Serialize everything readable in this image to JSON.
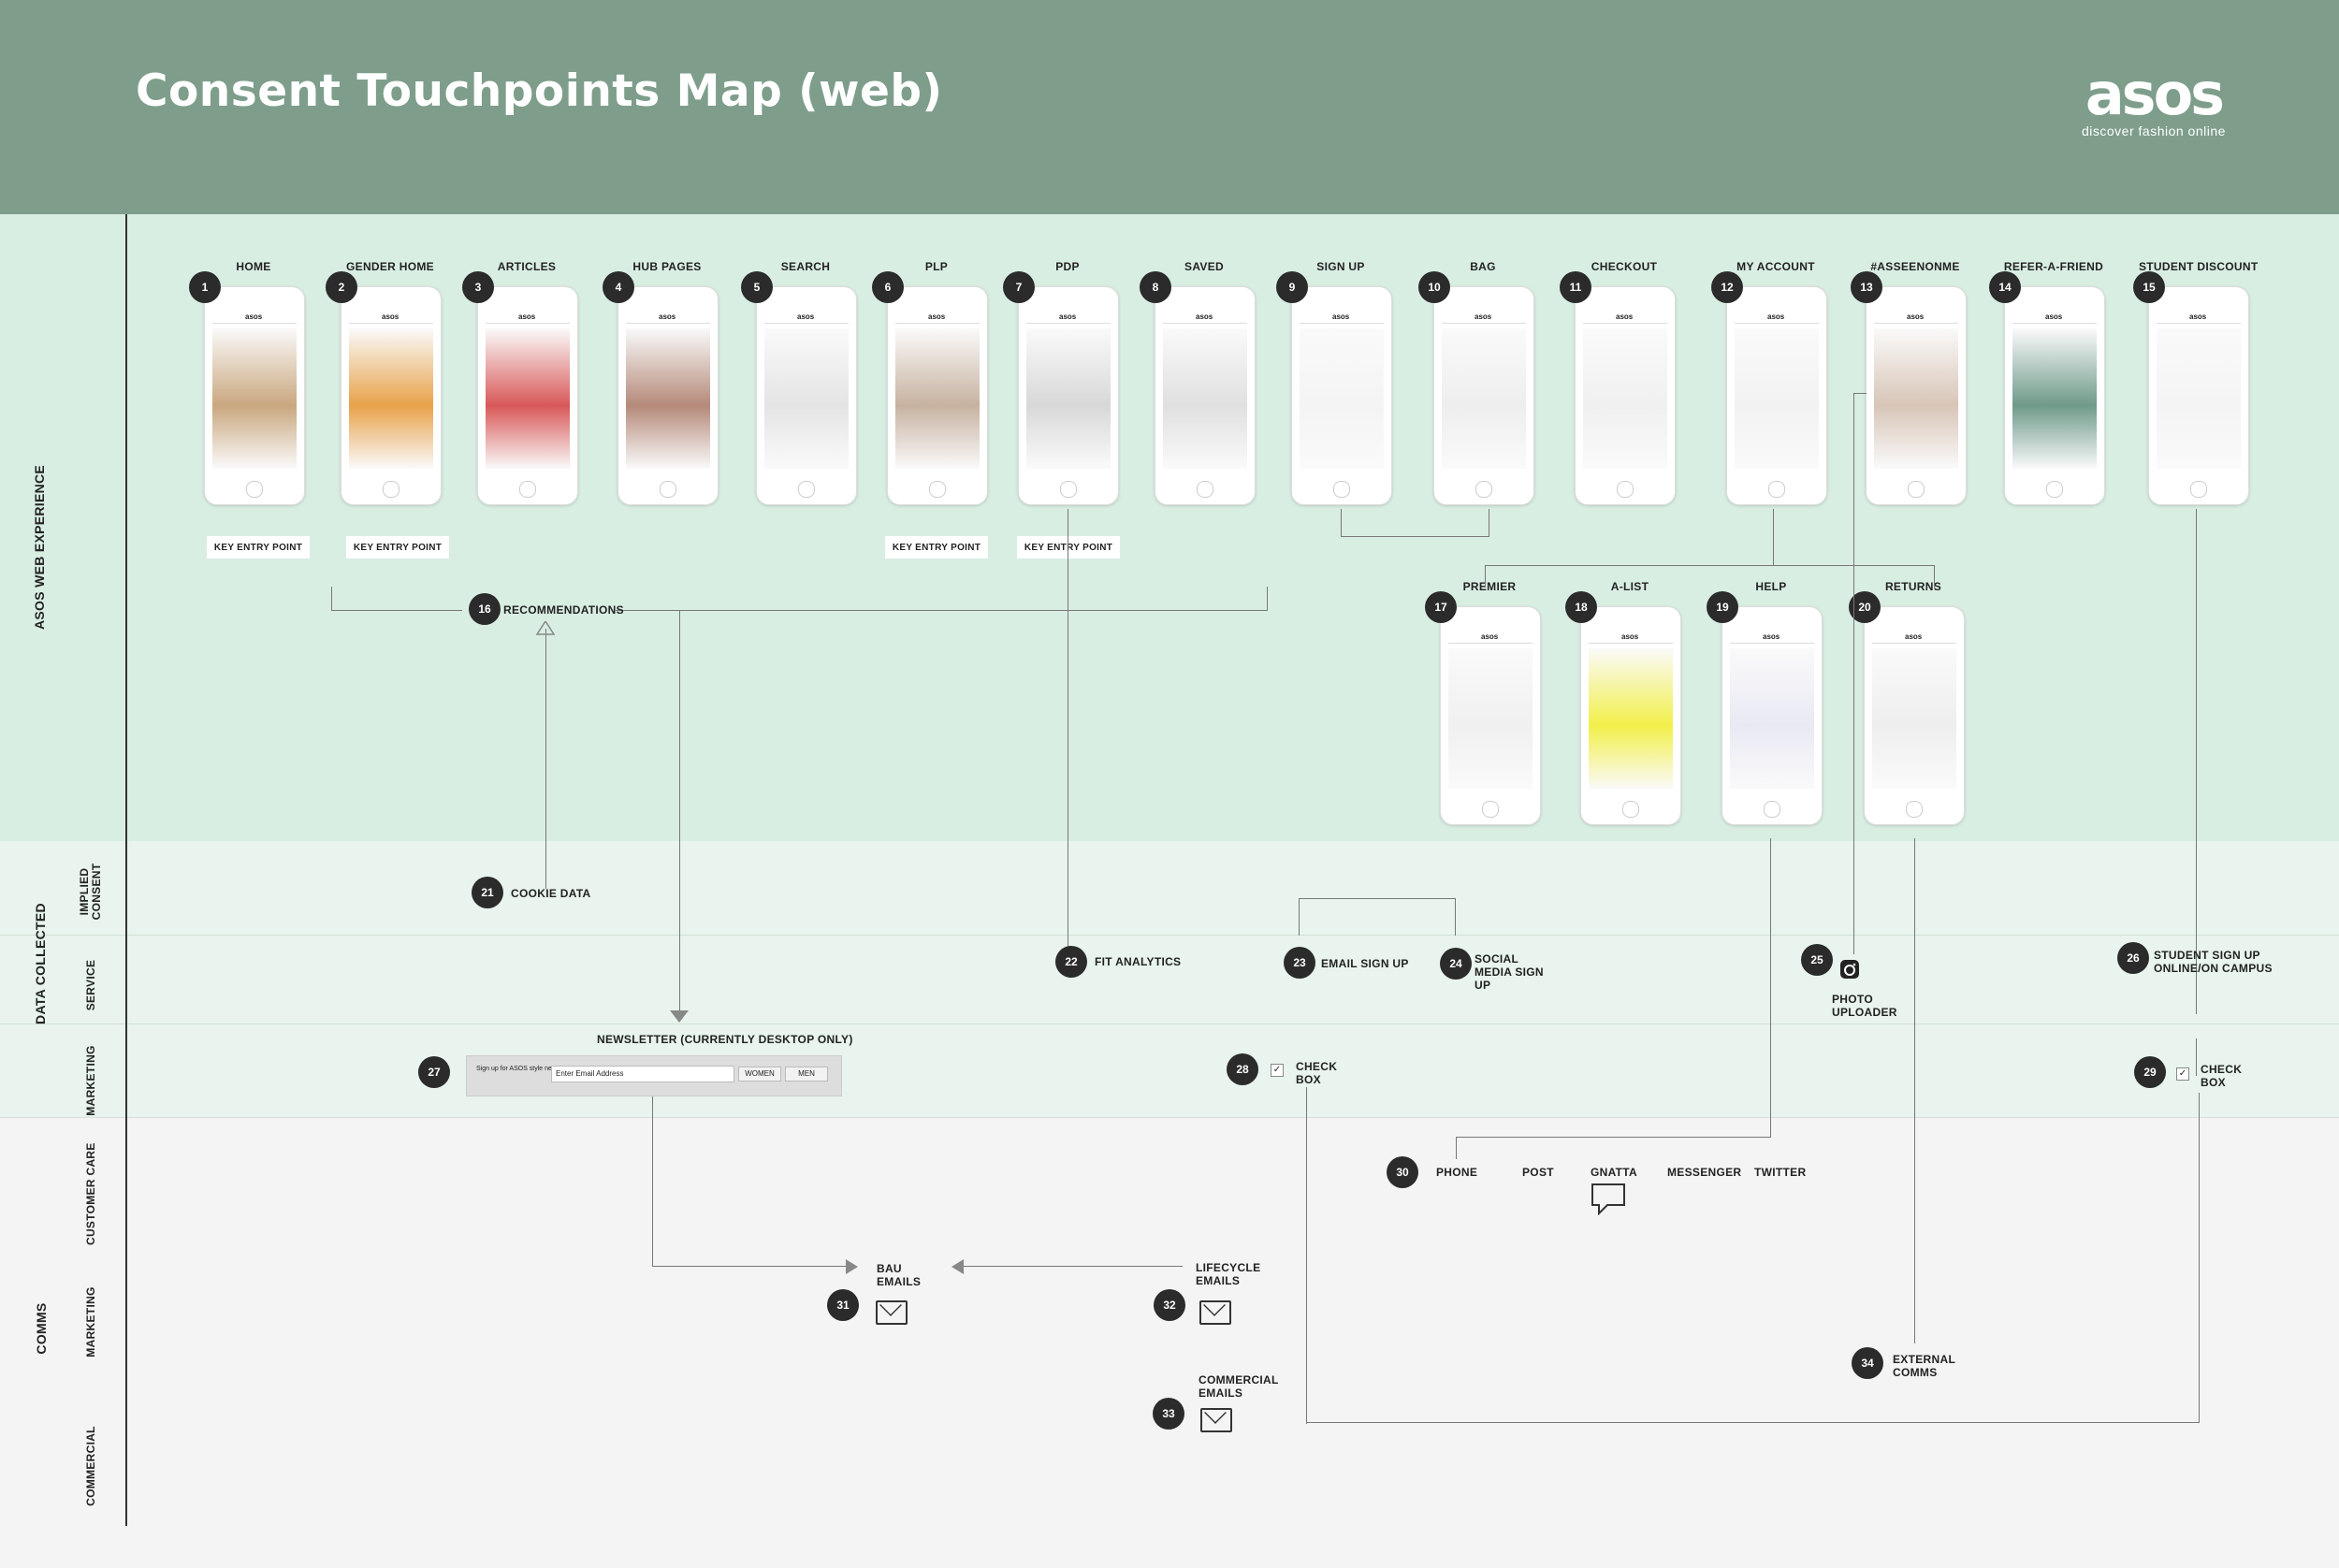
{
  "title": "Consent Touchpoints Map  (web)",
  "logo": {
    "mark": "asos",
    "tagline": "discover fashion online"
  },
  "section_labels": {
    "web": "ASOS WEB EXPERIENCE",
    "data": "DATA COLLECTED",
    "comms": "COMMS",
    "implied": "IMPLIED CONSENT",
    "service": "SERVICE",
    "marketing1": "MARKETING",
    "customer_care": "CUSTOMER CARE",
    "marketing2": "MARKETING",
    "commercial": "COMMERCIAL"
  },
  "screens": [
    {
      "n": "1",
      "label": "HOME"
    },
    {
      "n": "2",
      "label": "GENDER HOME"
    },
    {
      "n": "3",
      "label": "ARTICLES"
    },
    {
      "n": "4",
      "label": "HUB PAGES"
    },
    {
      "n": "5",
      "label": "SEARCH"
    },
    {
      "n": "6",
      "label": "PLP"
    },
    {
      "n": "7",
      "label": "PDP"
    },
    {
      "n": "8",
      "label": "SAVED"
    },
    {
      "n": "9",
      "label": "SIGN UP"
    },
    {
      "n": "10",
      "label": "BAG"
    },
    {
      "n": "11",
      "label": "CHECKOUT"
    },
    {
      "n": "12",
      "label": "MY ACCOUNT"
    },
    {
      "n": "13",
      "label": "#ASSEENONME"
    },
    {
      "n": "14",
      "label": "REFER-A-FRIEND"
    },
    {
      "n": "15",
      "label": "STUDENT DISCOUNT"
    }
  ],
  "sub_screens": [
    {
      "n": "17",
      "label": "PREMIER"
    },
    {
      "n": "18",
      "label": "A-LIST"
    },
    {
      "n": "19",
      "label": "HELP"
    },
    {
      "n": "20",
      "label": "RETURNS"
    }
  ],
  "key_entry_point": "KEY ENTRY POINT",
  "nodes": {
    "n16": {
      "n": "16",
      "label": "RECOMMENDATIONS"
    },
    "n21": {
      "n": "21",
      "label": "COOKIE DATA"
    },
    "n22": {
      "n": "22",
      "label": "FIT ANALYTICS"
    },
    "n23": {
      "n": "23",
      "label": "EMAIL SIGN UP"
    },
    "n24": {
      "n": "24",
      "label": "SOCIAL MEDIA SIGN UP"
    },
    "n25": {
      "n": "25",
      "label": "PHOTO UPLOADER"
    },
    "n26": {
      "n": "26",
      "label": "STUDENT SIGN UP ONLINE/ON CAMPUS"
    },
    "n27": {
      "n": "27",
      "label": "NEWSLETTER (CURRENTLY DESKTOP ONLY)"
    },
    "n28": {
      "n": "28",
      "label": "CHECK BOX"
    },
    "n29": {
      "n": "29",
      "label": "CHECK BOX"
    },
    "n30": {
      "n": "30"
    },
    "n31": {
      "n": "31",
      "label": "BAU EMAILS"
    },
    "n32": {
      "n": "32",
      "label": "LIFECYCLE EMAILS"
    },
    "n33": {
      "n": "33",
      "label": "COMMERCIAL EMAILS"
    },
    "n34": {
      "n": "34",
      "label": "EXTERNAL COMMS"
    }
  },
  "care_channels": [
    "PHONE",
    "POST",
    "GNATTA",
    "MESSENGER",
    "TWITTER"
  ],
  "newsletter": {
    "prompt": "Sign up for ASOS style news",
    "placeholder": "Enter Email Address",
    "women": "WOMEN",
    "men": "MEN"
  },
  "phone_brand": "asos",
  "icons": {
    "mail": "mail-icon",
    "chat": "chat-icon",
    "camera": "camera-icon",
    "check": "checkbox-icon"
  }
}
